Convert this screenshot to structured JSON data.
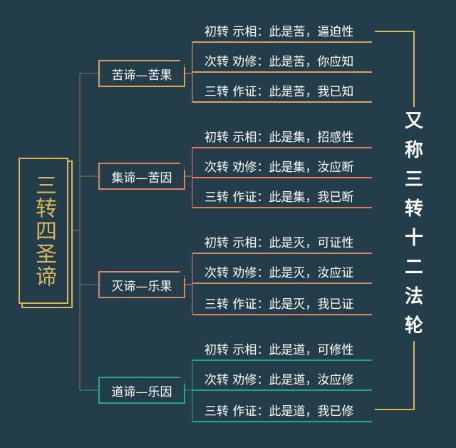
{
  "diagram": {
    "root": {
      "label": "三转四圣谛"
    },
    "branches": [
      {
        "label": "苦谛—苦果",
        "color": "#e0a060",
        "leaves": [
          "初转  示相：此是苦，逼迫性",
          "次转  劝修：此是苦，你应知",
          "三转  作证：此是苦，我已知"
        ]
      },
      {
        "label": "集谛—苦因",
        "color": "#e08060",
        "leaves": [
          "初转  示相：此是集，招感性",
          "次转  劝修：此是集，汝应断",
          "三转  作证：此是集，我已断"
        ]
      },
      {
        "label": "灭谛—乐果",
        "color": "#d08868",
        "leaves": [
          "初转  示相：此是灭，可证性",
          "次转  劝修：此是灭，汝应证",
          "三转  作证：此是灭，我已证"
        ]
      },
      {
        "label": "道谛—乐因",
        "color": "#22a890",
        "leaves": [
          "初转  示相：此是道，可修性",
          "次转  劝修：此是道，汝应修",
          "三转  作证：此是道，我已修"
        ]
      }
    ],
    "side_label": "又称三转十二法轮",
    "colors": {
      "background": "#233e4a",
      "root": "#d9b45a",
      "connector": "#8a7a50",
      "bracket": "#d9b45a",
      "text": "#ffffff"
    }
  }
}
